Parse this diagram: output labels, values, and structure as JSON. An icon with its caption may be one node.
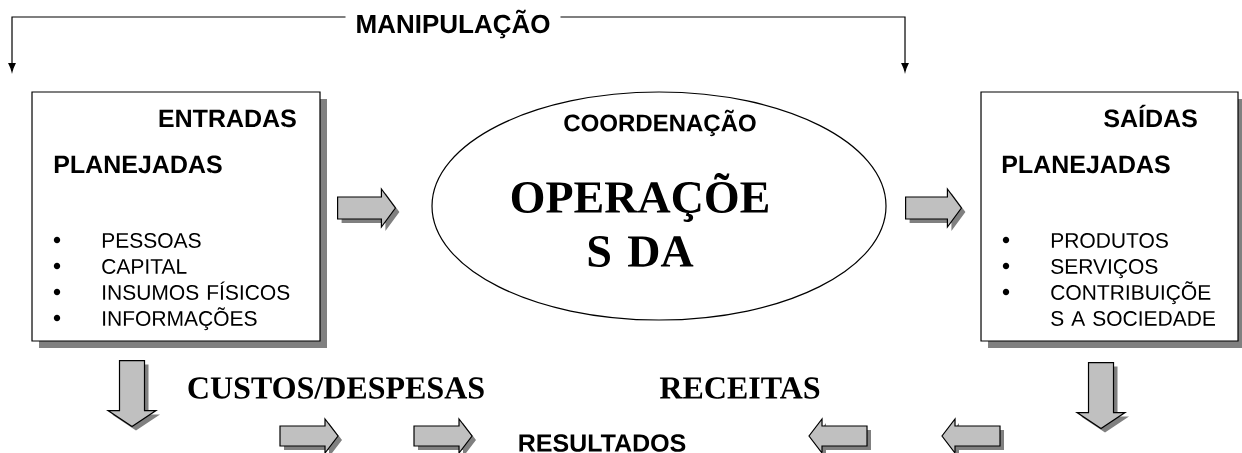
{
  "diagram": {
    "nodes": [
      {
        "text": [
          "ENTRADAS",
          "PLANEJADAS",
          "PESSOAS",
          "CAPITAL",
          "INSUMOS FÍSICOS",
          "INFORMAÇÕES"
        ]
      },
      {
        "text": [
          "COORDENAÇÃO",
          "OPERAÇÕE S DA"
        ]
      },
      {
        "text": [
          "SAÍDAS",
          "PLANEJADAS",
          "PRODUTOS",
          "SERVIÇOS",
          "CONTRIBUIÇÕE S A SOCIEDADE"
        ]
      }
    ],
    "edges": [
      {
        "from": 0,
        "to": 1,
        "arrow": "to"
      },
      {
        "from": 1,
        "to": 2,
        "arrow": "to"
      },
      {
        "from": 0,
        "to": null,
        "arrow": "to"
      },
      {
        "from": 2,
        "to": null,
        "arrow": "to"
      }
    ],
    "labels": [
      "MANIPULAÇÃO",
      "CUSTOS/DESPESAS",
      "RECEITAS",
      "RESULTADOS"
    ]
  }
}
